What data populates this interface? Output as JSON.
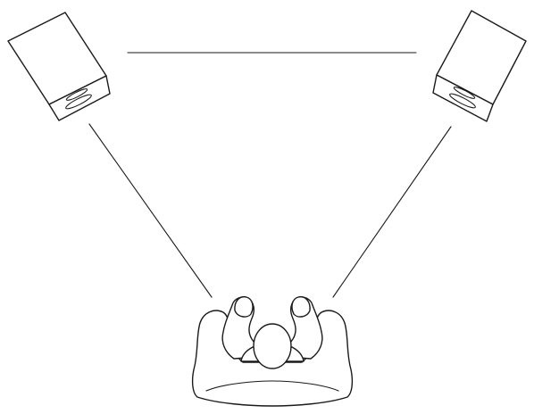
{
  "diagram": {
    "colors": {
      "background": "#ffffff",
      "line": "#1a1a1a"
    },
    "elements": [
      {
        "id": "left-speaker",
        "kind": "speaker-icon"
      },
      {
        "id": "right-speaker",
        "kind": "speaker-icon"
      },
      {
        "id": "listener",
        "kind": "listener-in-armchair-icon"
      },
      {
        "id": "speaker-to-speaker",
        "kind": "connector"
      },
      {
        "id": "left-speaker-to-listener",
        "kind": "connector"
      },
      {
        "id": "right-speaker-to-listener",
        "kind": "connector"
      }
    ]
  }
}
